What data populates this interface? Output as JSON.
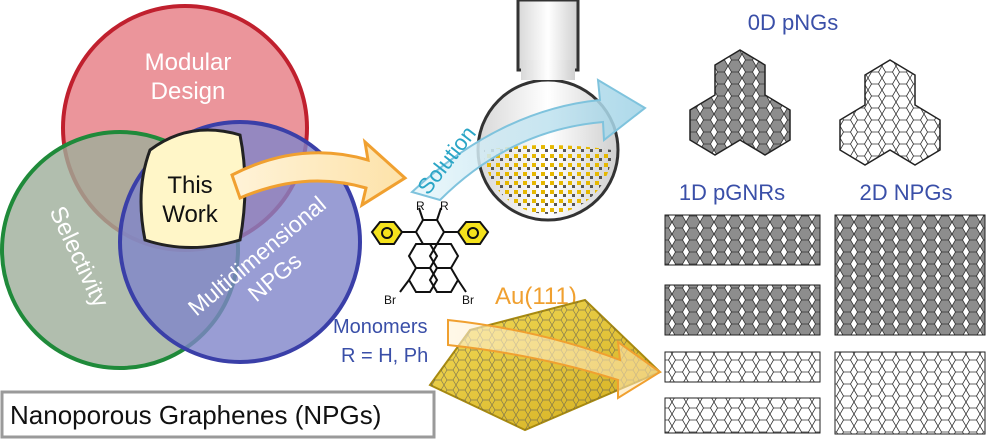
{
  "venn": {
    "top": "Modular\nDesign",
    "left": "Selectivity",
    "right": "Multidimensional\nNPGs",
    "center": "This\nWork",
    "colors": {
      "red": "#e8828a",
      "green": "#9dae9a",
      "blue": "#7f84c9",
      "center": "#fff6c8"
    }
  },
  "labels": {
    "solution": "Solution",
    "au": "Au(111)",
    "monomers": "Monomers",
    "r_group": "R = H, Ph",
    "r_left": "R",
    "r_right": "R",
    "br_left": "Br",
    "br_right": "Br",
    "zero_d": "0D pNGs",
    "one_d": "1D pGNRs",
    "two_d": "2D NPGs",
    "title": "Nanoporous Graphenes (NPGs)"
  },
  "colors": {
    "accent_blue": "#3a4fa8",
    "orange": "#f0a030",
    "teal": "#2aa5c6",
    "gold": "#e5c52a"
  }
}
